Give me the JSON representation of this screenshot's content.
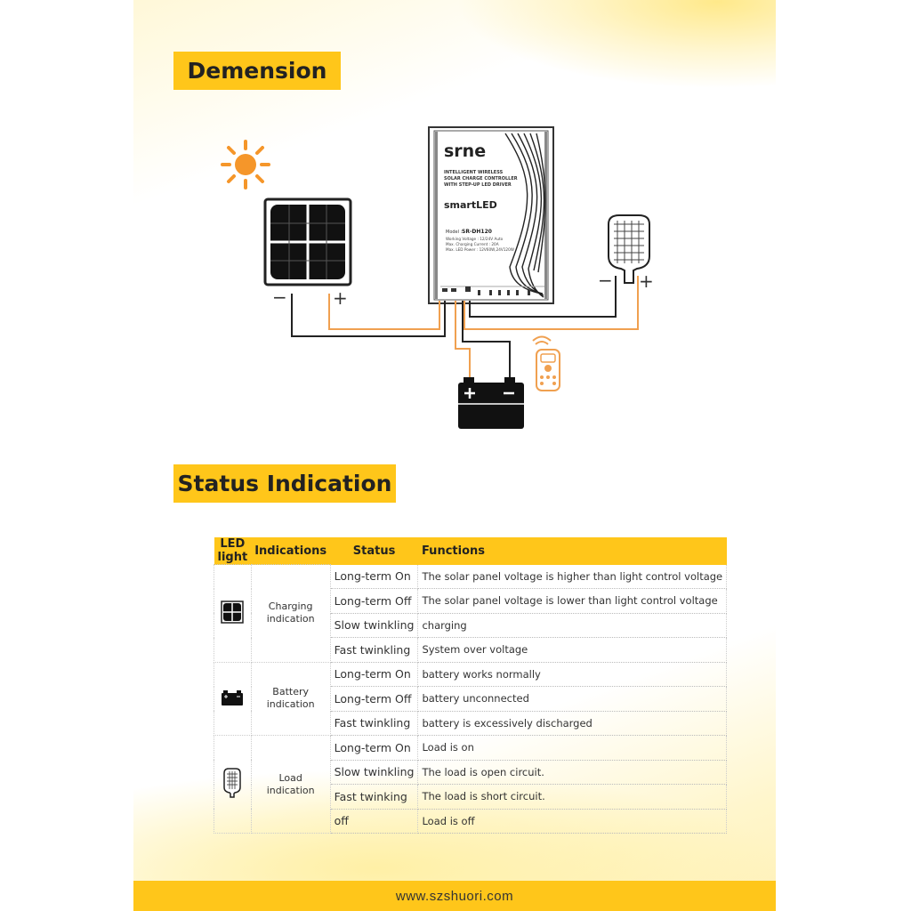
{
  "headings": {
    "dimension": "Demension",
    "status": "Status Indication"
  },
  "controller": {
    "brand": "srne",
    "description_lines": [
      "INTELLIGENT WIRELESS",
      "SOLAR CHARGE CONTROLLER",
      "WITH STEP-UP LED DRIVER"
    ],
    "series_logo": "smartLED",
    "model_label": "Model :",
    "model": "SR-DH120",
    "specs": [
      "Working Voltage : 12/24V Auto",
      "Max. Charging Current : 20A",
      "Max. LED Power : 12V60W,24V120W"
    ]
  },
  "polarity": {
    "minus": "−",
    "plus": "+"
  },
  "colors": {
    "accent": "#ffc61a",
    "wire_orange": "#f0a050",
    "sun": "#f5962a"
  },
  "table": {
    "headers": [
      "LED light",
      "Indications",
      "Status",
      "Functions"
    ],
    "groups": [
      {
        "icon": "solar-panel-icon",
        "indication": "Charging indication",
        "rows": [
          {
            "status": "Long-term On",
            "function": "The solar panel voltage is higher than light control voltage"
          },
          {
            "status": "Long-term Off",
            "function": "The solar panel voltage is lower than light control voltage"
          },
          {
            "status": "Slow twinkling",
            "function": "charging"
          },
          {
            "status": "Fast twinkling",
            "function": "System over voltage"
          }
        ]
      },
      {
        "icon": "battery-icon",
        "indication": "Battery indication",
        "rows": [
          {
            "status": "Long-term On",
            "function": "battery works normally"
          },
          {
            "status": "Long-term Off",
            "function": "battery unconnected"
          },
          {
            "status": "Fast twinkling",
            "function": "battery is excessively discharged"
          }
        ]
      },
      {
        "icon": "street-lamp-icon",
        "indication": "Load indication",
        "rows": [
          {
            "status": "Long-term On",
            "function": "Load is on"
          },
          {
            "status": "Slow twinkling",
            "function": "The load is open circuit."
          },
          {
            "status": "Fast twinking",
            "function": "The load is short circuit."
          },
          {
            "status": "off",
            "function": "Load is off"
          }
        ]
      }
    ]
  },
  "footer": {
    "url": "www.szshuori.com"
  }
}
